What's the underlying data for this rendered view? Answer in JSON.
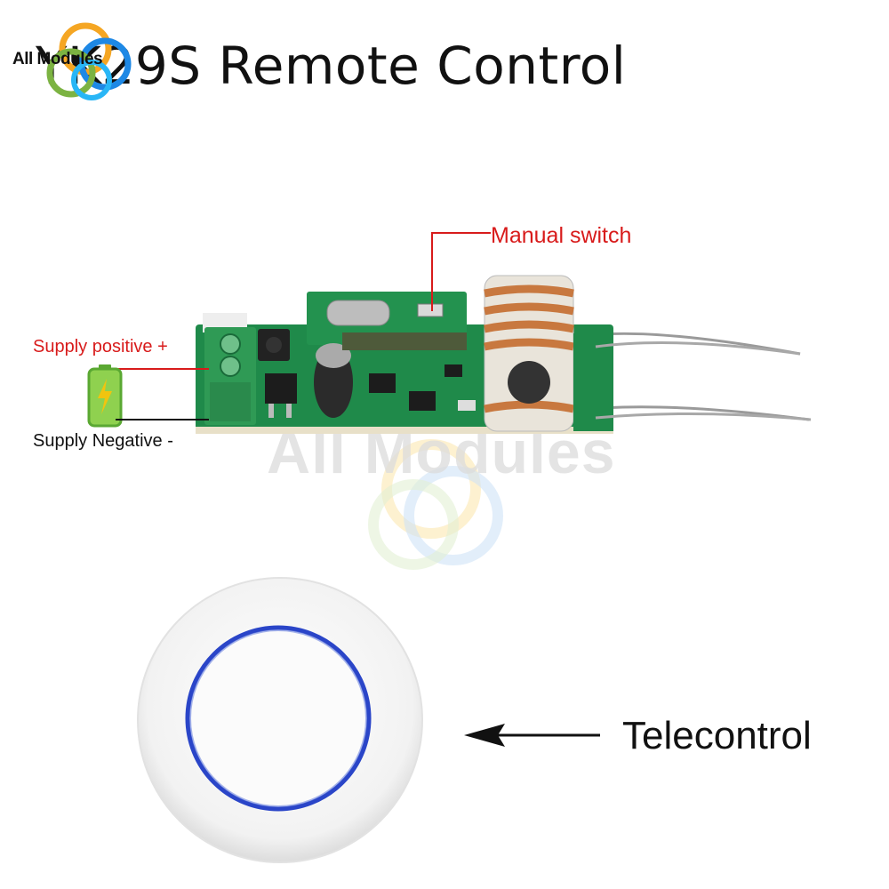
{
  "title": "YK29S Remote Control",
  "brand": {
    "logo_text": "All Modules",
    "watermark_text": "All Modules"
  },
  "labels": {
    "manual_switch": "Manual switch",
    "supply_positive": "Supply positive +",
    "supply_negative": "Supply Negative -",
    "telecontrol": "Telecontrol"
  },
  "icons": {
    "battery": "battery-charging-icon",
    "arrow": "left-arrow-icon",
    "logo": "swirl-logo-icon"
  },
  "colors": {
    "callout_red": "#d81b1b",
    "pcb_green": "#1f8a4a",
    "terminal_green": "#2f9a55",
    "coil_copper": "#c8783f",
    "remote_ring_blue": "#2a45c8",
    "remote_body": "#f6f6f6"
  }
}
